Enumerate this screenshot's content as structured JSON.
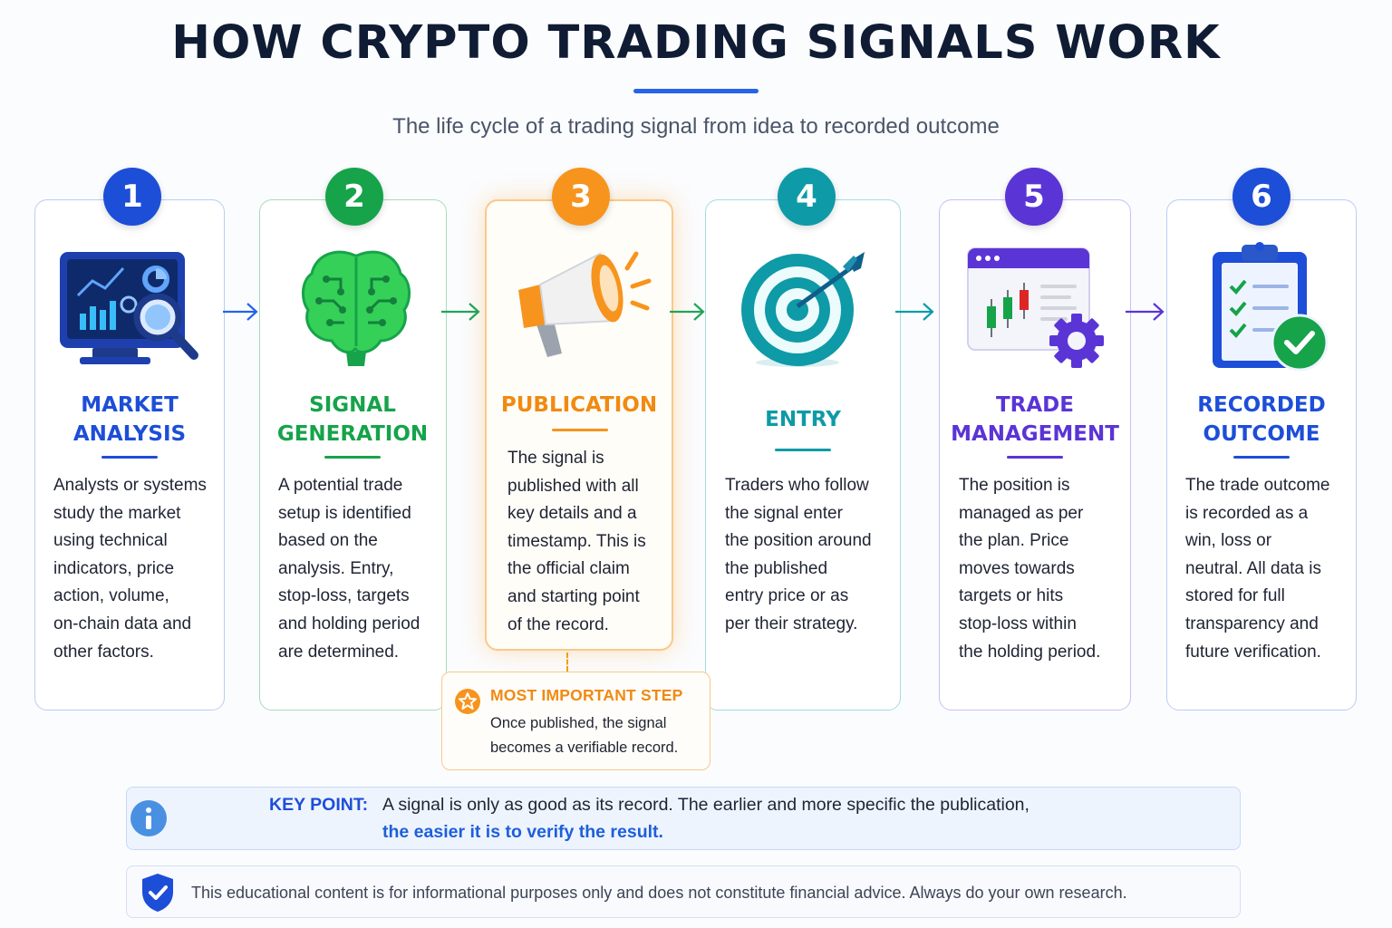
{
  "title": "HOW CRYPTO TRADING SIGNALS WORK",
  "subtitle": "The life cycle of a trading signal from idea to recorded outcome",
  "steps": [
    {
      "number": "1",
      "heading": [
        "MARKET",
        "ANALYSIS"
      ],
      "body": [
        "Analysts or systems",
        "study the market",
        "using technical",
        "indicators, price",
        "action, volume,",
        "on-chain data and",
        "other factors."
      ],
      "color": "#1d4ed8",
      "icon": "monitor-chart-magnifier-icon"
    },
    {
      "number": "2",
      "heading": [
        "SIGNAL",
        "GENERATION"
      ],
      "body": [
        "A potential trade",
        "setup is identified",
        "based on the",
        "analysis. Entry,",
        "stop-loss, targets",
        "and holding period",
        "are determined."
      ],
      "color": "#16a34a",
      "icon": "circuit-brain-icon"
    },
    {
      "number": "3",
      "heading": [
        "PUBLICATION"
      ],
      "body": [
        "The signal is",
        "published with all",
        "key details and a",
        "timestamp. This is",
        "the official claim",
        "and starting point",
        "of the record."
      ],
      "color": "#f59e0b",
      "icon": "megaphone-icon"
    },
    {
      "number": "4",
      "heading": [
        "ENTRY"
      ],
      "body": [
        "Traders who follow",
        "the signal enter",
        "the position around",
        "the published",
        "entry price or as",
        "per their strategy."
      ],
      "color": "#0e9aa7",
      "icon": "target-arrow-icon"
    },
    {
      "number": "5",
      "heading": [
        "TRADE",
        "MANAGEMENT"
      ],
      "body": [
        "The position is",
        "managed as per",
        "the plan. Price",
        "moves towards",
        "targets or hits",
        "stop-loss within",
        "the holding period."
      ],
      "color": "#5b34d6",
      "icon": "candlestick-window-gear-icon"
    },
    {
      "number": "6",
      "heading": [
        "RECORDED",
        "OUTCOME"
      ],
      "body": [
        "The trade outcome",
        "is recorded as a",
        "win, loss or",
        "neutral. All data is",
        "stored for full",
        "transparency and",
        "future verification."
      ],
      "color": "#1d4ed8",
      "icon": "clipboard-check-icon"
    }
  ],
  "callout": {
    "title": "MOST IMPORTANT STEP",
    "text": [
      "Once published, the signal",
      "becomes a verifiable record."
    ],
    "icon": "star-icon"
  },
  "key_point": {
    "label": "KEY POINT:",
    "text": "A signal is only as good as its record. The earlier and more specific the publication,",
    "highlight": "the easier it is to verify the result.",
    "icon": "info-icon"
  },
  "disclaimer": {
    "text": "This educational content is for informational purposes only and does not constitute financial advice. Always do your own research.",
    "icon": "shield-check-icon"
  }
}
